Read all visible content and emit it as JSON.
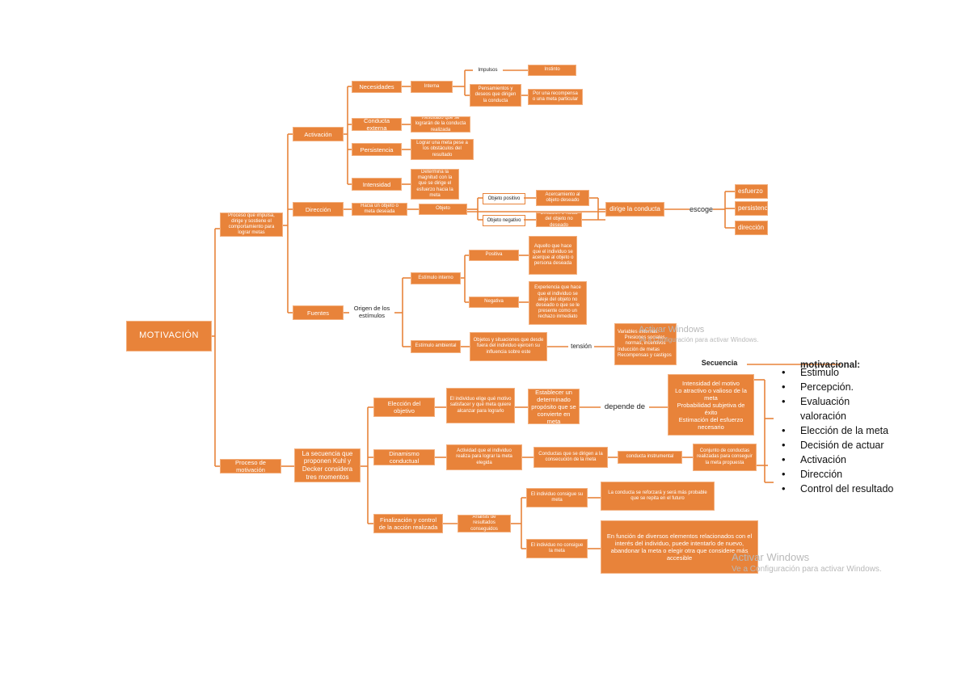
{
  "root": {
    "label": "MOTIVACIÓN"
  },
  "definition": {
    "label": "Proceso que impulsa, dirige y sostiene el comportamiento para lograr metas"
  },
  "process": {
    "label": "Proceso de motivación"
  },
  "activation": {
    "label": "Activación",
    "needs": {
      "label": "Necesidades",
      "child": "Interna",
      "sub1": "Impulsos",
      "sub1a": "Instinto",
      "sub2": "Pensamientos y deseos que dirigen la conducta",
      "sub2a": "Por una recompensa o una meta particular"
    },
    "behavior": {
      "label": "Conducta externa",
      "child": "Resultado que se lograrán de la conducta realizada"
    },
    "persistence": {
      "label": "Persistencia",
      "child": "Lograr una meta pese a los obstáculos del resultado"
    },
    "intensity": {
      "label": "Intensidad",
      "child": "Determina la magnitud con la que se dirige el esfuerzo hacia la meta"
    }
  },
  "direction": {
    "label": "Dirección",
    "desc": "Hacia un objeto o meta deseada",
    "child": "Objeto",
    "obj1": "Objeto positivo",
    "obj1a": "Acercamiento al objeto deseado",
    "obj2": "Objeto negativo",
    "obj2a": "Evitación o huida del objeto no deseado",
    "directs": "dirige la conducta",
    "chooses": "escoge",
    "r1": "esfuerzo",
    "r2": "persistencia",
    "r3": "dirección"
  },
  "sources": {
    "label": "Fuentes",
    "origin": "Origen de los estímulos",
    "internal": "Estímulo interno",
    "pos": "Positiva",
    "posA": "Aquello que hace que el individuo se acerque al objeto o persona deseada",
    "neg": "Negativa",
    "negA": "Experiencia que hace que el individuo se aleje del objeto no deseado o que se le presente como un rechazo inmediato",
    "environment": "Estímulo ambiental",
    "envA": "Objetos y situaciones que desde fuera del individuo ejercen su influencia sobre este",
    "tension": "tensión",
    "tensionA1": "Variables externas:",
    "tensionA2": "Presiones sociales, normas, incentivos",
    "tensionA3": "Inducción de metas",
    "tensionA4": "Recompensas y castigos"
  },
  "sequence": {
    "desc": "La secuencia que proponen Kuhl y Decker considera tres momentos",
    "choice": "Elección del objetivo",
    "choiceA": "El individuo elige qué motivo satisfacer y qué meta quiere alcanzar para lograrlo",
    "choiceB": "Establecer un determinado propósito que se convierte en meta",
    "depends": "depende de",
    "depA1": "Intensidad del motivo",
    "depA2": "Lo atractivo o valioso de la meta",
    "depA3": "Probabilidad subjetiva de éxito",
    "depA4": "Estimación del esfuerzo necesario",
    "dyn": "Dinamismo conductual",
    "dynA": "Actividad que el individuo realiza para lograr la meta elegida",
    "dynB": "Conductas que se dirigen a la consecución de la meta",
    "instrumental": "conducta instrumental",
    "instrA": "Conjunto de conductas realizadas para conseguir la meta propuesta",
    "final": "Finalización y control de la acción realizada",
    "analysis": "Análisis de resultados conseguidos",
    "ok": "El individuo consigue su meta",
    "okA": "La conducta se reforzará y será más probable que se repita en el futuro",
    "fail": "El individuo no consigue la meta",
    "failA": "En función de diversos elementos relacionados con el interés del individuo, puede intentarlo de nuevo, abandonar la meta o elegir otra que considere más accesible"
  },
  "panel": {
    "title": "Secuencia",
    "subtitle": "motivacional:",
    "items": [
      "Estimulo",
      "Percepción.",
      "Evaluación valoración",
      "Elección de la meta",
      "Decisión de actuar",
      "Activación",
      "Dirección",
      "Control del resultado"
    ]
  },
  "watermarks": {
    "w1": "Activar Windows",
    "w2": "Ve a Configuración para activar Windows.",
    "w3": "Activar Windows",
    "w4": "Ve a Configuración para activar Windows."
  },
  "colors": {
    "node": "#e8833a",
    "line": "#e8833a"
  }
}
